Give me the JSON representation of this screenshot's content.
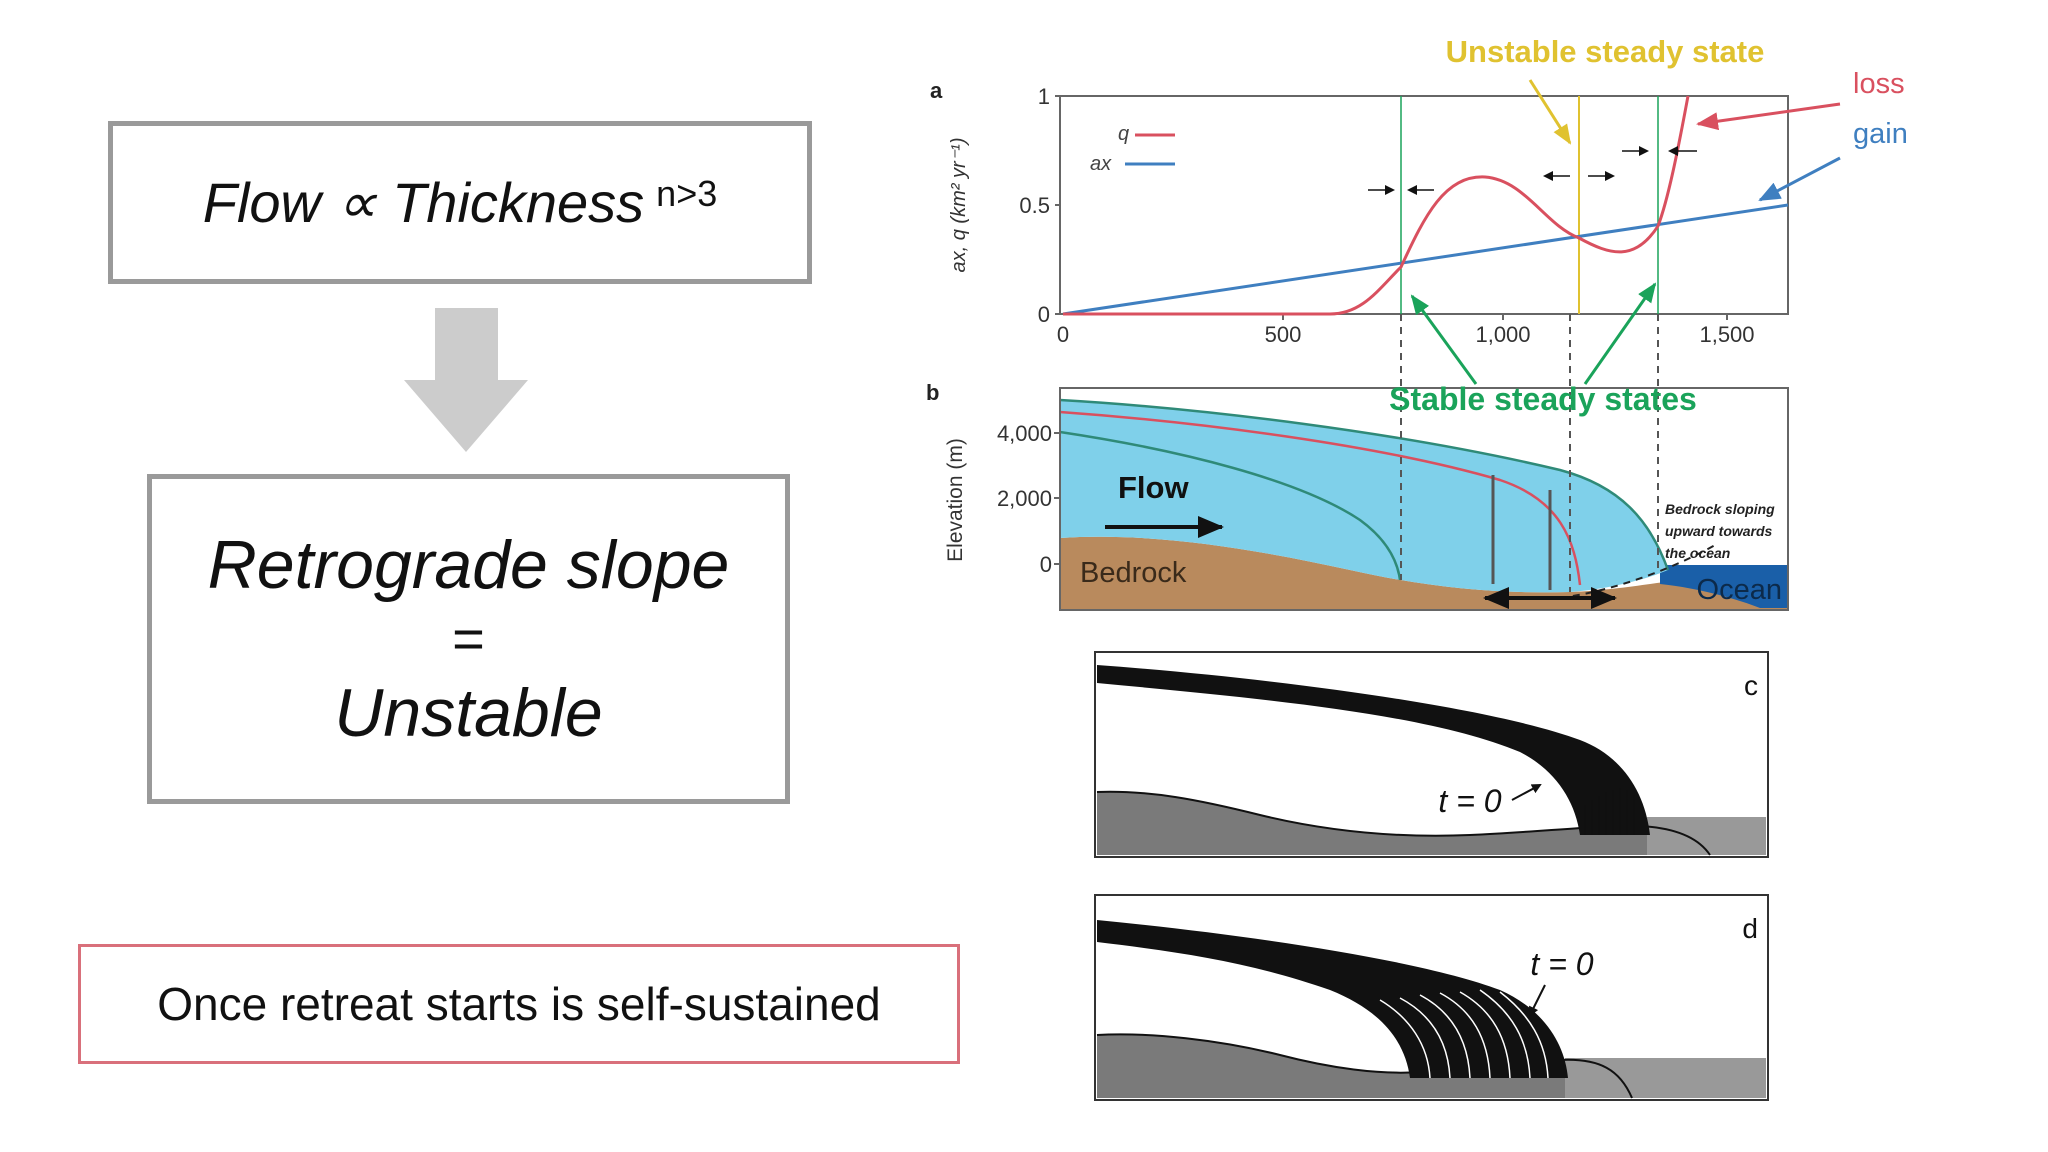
{
  "left_panel": {
    "flow_main": "Flow ∝ Thickness",
    "flow_exponent": "n>3",
    "retro_line1": "Retrograde slope",
    "retro_eq": "=",
    "retro_line2": "Unstable",
    "once_text": "Once retreat starts is self-sustained"
  },
  "colors": {
    "box_border": "#9a9a9a",
    "arrow_gray": "#cccccc",
    "once_border": "#d9707b",
    "loss_red": "#d9505f",
    "gain_blue": "#3f7fc0",
    "stable_green": "#1aa35a",
    "unstable_yellow": "#e0c230",
    "ice_blue": "#7fd0ea",
    "bedrock_brown": "#b98a5d",
    "ocean_blue": "#1a5fa8"
  },
  "annotations": {
    "unstable_title": "Unstable steady state",
    "stable_title": "Stable steady states",
    "loss": "loss",
    "gain": "gain"
  },
  "panel_a": {
    "letter": "a",
    "ylabel": "ax, q  (km² yr⁻¹)",
    "yticks": [
      "0",
      "0.5",
      "1"
    ],
    "xticks": [
      "0",
      "500",
      "1,000",
      "1,500"
    ],
    "legend": [
      "q",
      "ax"
    ]
  },
  "panel_b": {
    "letter": "b",
    "ylabel": "Elevation (m)",
    "yticks": [
      "0",
      "2,000",
      "4,000"
    ],
    "flow_label": "Flow",
    "bedrock_label": "Bedrock",
    "ocean_label": "Ocean",
    "note_lines": [
      "Bedrock sloping",
      "upward towards",
      "the ocean"
    ]
  },
  "panel_c": {
    "letter": "c",
    "time_label": "t = 0"
  },
  "panel_d": {
    "letter": "d",
    "time_label": "t = 0"
  }
}
